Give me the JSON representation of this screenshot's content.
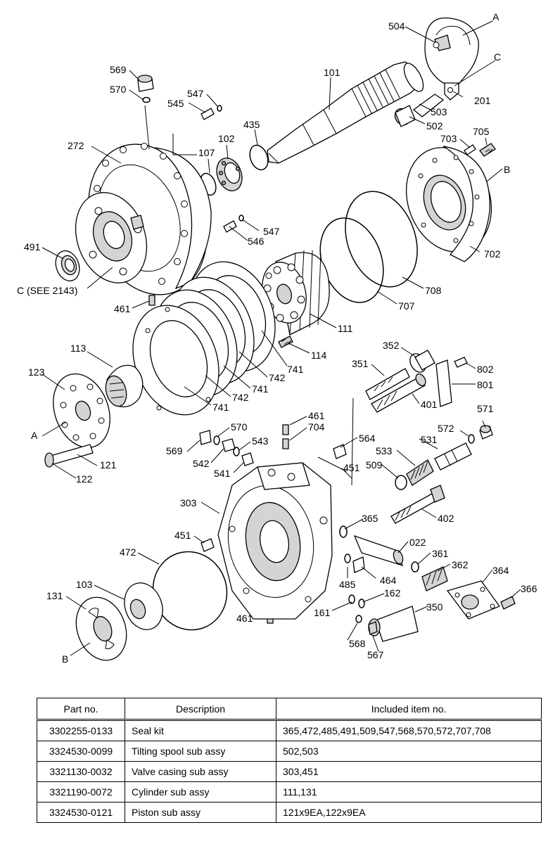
{
  "diagram": {
    "labels": [
      {
        "id": "504",
        "text": "504"
      },
      {
        "id": "A1",
        "text": "A"
      },
      {
        "id": "C1",
        "text": "C"
      },
      {
        "id": "101",
        "text": "101"
      },
      {
        "id": "201",
        "text": "201"
      },
      {
        "id": "503",
        "text": "503"
      },
      {
        "id": "502",
        "text": "502"
      },
      {
        "id": "569a",
        "text": "569"
      },
      {
        "id": "570a",
        "text": "570"
      },
      {
        "id": "547a",
        "text": "547"
      },
      {
        "id": "545",
        "text": "545"
      },
      {
        "id": "435",
        "text": "435"
      },
      {
        "id": "102",
        "text": "102"
      },
      {
        "id": "107",
        "text": "107"
      },
      {
        "id": "272",
        "text": "272"
      },
      {
        "id": "703",
        "text": "703"
      },
      {
        "id": "705",
        "text": "705"
      },
      {
        "id": "B1",
        "text": "B"
      },
      {
        "id": "547b",
        "text": "547"
      },
      {
        "id": "546",
        "text": "546"
      },
      {
        "id": "491",
        "text": "491"
      },
      {
        "id": "702",
        "text": "702"
      },
      {
        "id": "C2",
        "text": "C (SEE 2143)"
      },
      {
        "id": "708",
        "text": "708"
      },
      {
        "id": "461a",
        "text": "461"
      },
      {
        "id": "707",
        "text": "707"
      },
      {
        "id": "111",
        "text": "111"
      },
      {
        "id": "113",
        "text": "113"
      },
      {
        "id": "114",
        "text": "114"
      },
      {
        "id": "352",
        "text": "352"
      },
      {
        "id": "123",
        "text": "123"
      },
      {
        "id": "351",
        "text": "351"
      },
      {
        "id": "802",
        "text": "802"
      },
      {
        "id": "741a",
        "text": "741"
      },
      {
        "id": "742a",
        "text": "742"
      },
      {
        "id": "801",
        "text": "801"
      },
      {
        "id": "741b",
        "text": "741"
      },
      {
        "id": "742b",
        "text": "742"
      },
      {
        "id": "401",
        "text": "401"
      },
      {
        "id": "741c",
        "text": "741"
      },
      {
        "id": "A2",
        "text": "A"
      },
      {
        "id": "461b",
        "text": "461"
      },
      {
        "id": "704",
        "text": "704"
      },
      {
        "id": "571",
        "text": "571"
      },
      {
        "id": "570b",
        "text": "570"
      },
      {
        "id": "572",
        "text": "572"
      },
      {
        "id": "543",
        "text": "543"
      },
      {
        "id": "564",
        "text": "564"
      },
      {
        "id": "531",
        "text": "531"
      },
      {
        "id": "569b",
        "text": "569"
      },
      {
        "id": "533",
        "text": "533"
      },
      {
        "id": "121",
        "text": "121"
      },
      {
        "id": "542",
        "text": "542"
      },
      {
        "id": "451a",
        "text": "451"
      },
      {
        "id": "509",
        "text": "509"
      },
      {
        "id": "541",
        "text": "541"
      },
      {
        "id": "122",
        "text": "122"
      },
      {
        "id": "303",
        "text": "303"
      },
      {
        "id": "402",
        "text": "402"
      },
      {
        "id": "365",
        "text": "365"
      },
      {
        "id": "451b",
        "text": "451"
      },
      {
        "id": "022",
        "text": "022"
      },
      {
        "id": "472",
        "text": "472"
      },
      {
        "id": "361",
        "text": "361"
      },
      {
        "id": "362",
        "text": "362"
      },
      {
        "id": "364",
        "text": "364"
      },
      {
        "id": "485",
        "text": "485"
      },
      {
        "id": "464",
        "text": "464"
      },
      {
        "id": "103",
        "text": "103"
      },
      {
        "id": "366",
        "text": "366"
      },
      {
        "id": "131",
        "text": "131"
      },
      {
        "id": "162",
        "text": "162"
      },
      {
        "id": "350",
        "text": "350"
      },
      {
        "id": "161",
        "text": "161"
      },
      {
        "id": "461c",
        "text": "461"
      },
      {
        "id": "B2",
        "text": "B"
      },
      {
        "id": "568",
        "text": "568"
      },
      {
        "id": "567",
        "text": "567"
      }
    ]
  },
  "table": {
    "headers": [
      "Part no.",
      "Description",
      "Included item no."
    ],
    "rows": [
      [
        "3302255-0133",
        "Seal kit",
        "365,472,485,491,509,547,568,570,572,707,708"
      ],
      [
        "3324530-0099",
        "Tilting spool sub assy",
        "502,503"
      ],
      [
        "3321130-0032",
        "Valve casing sub assy",
        "303,451"
      ],
      [
        "3321190-0072",
        "Cylinder sub assy",
        "111,131"
      ],
      [
        "3324530-0121",
        "Piston sub assy",
        "121x9EA,122x9EA"
      ]
    ]
  }
}
